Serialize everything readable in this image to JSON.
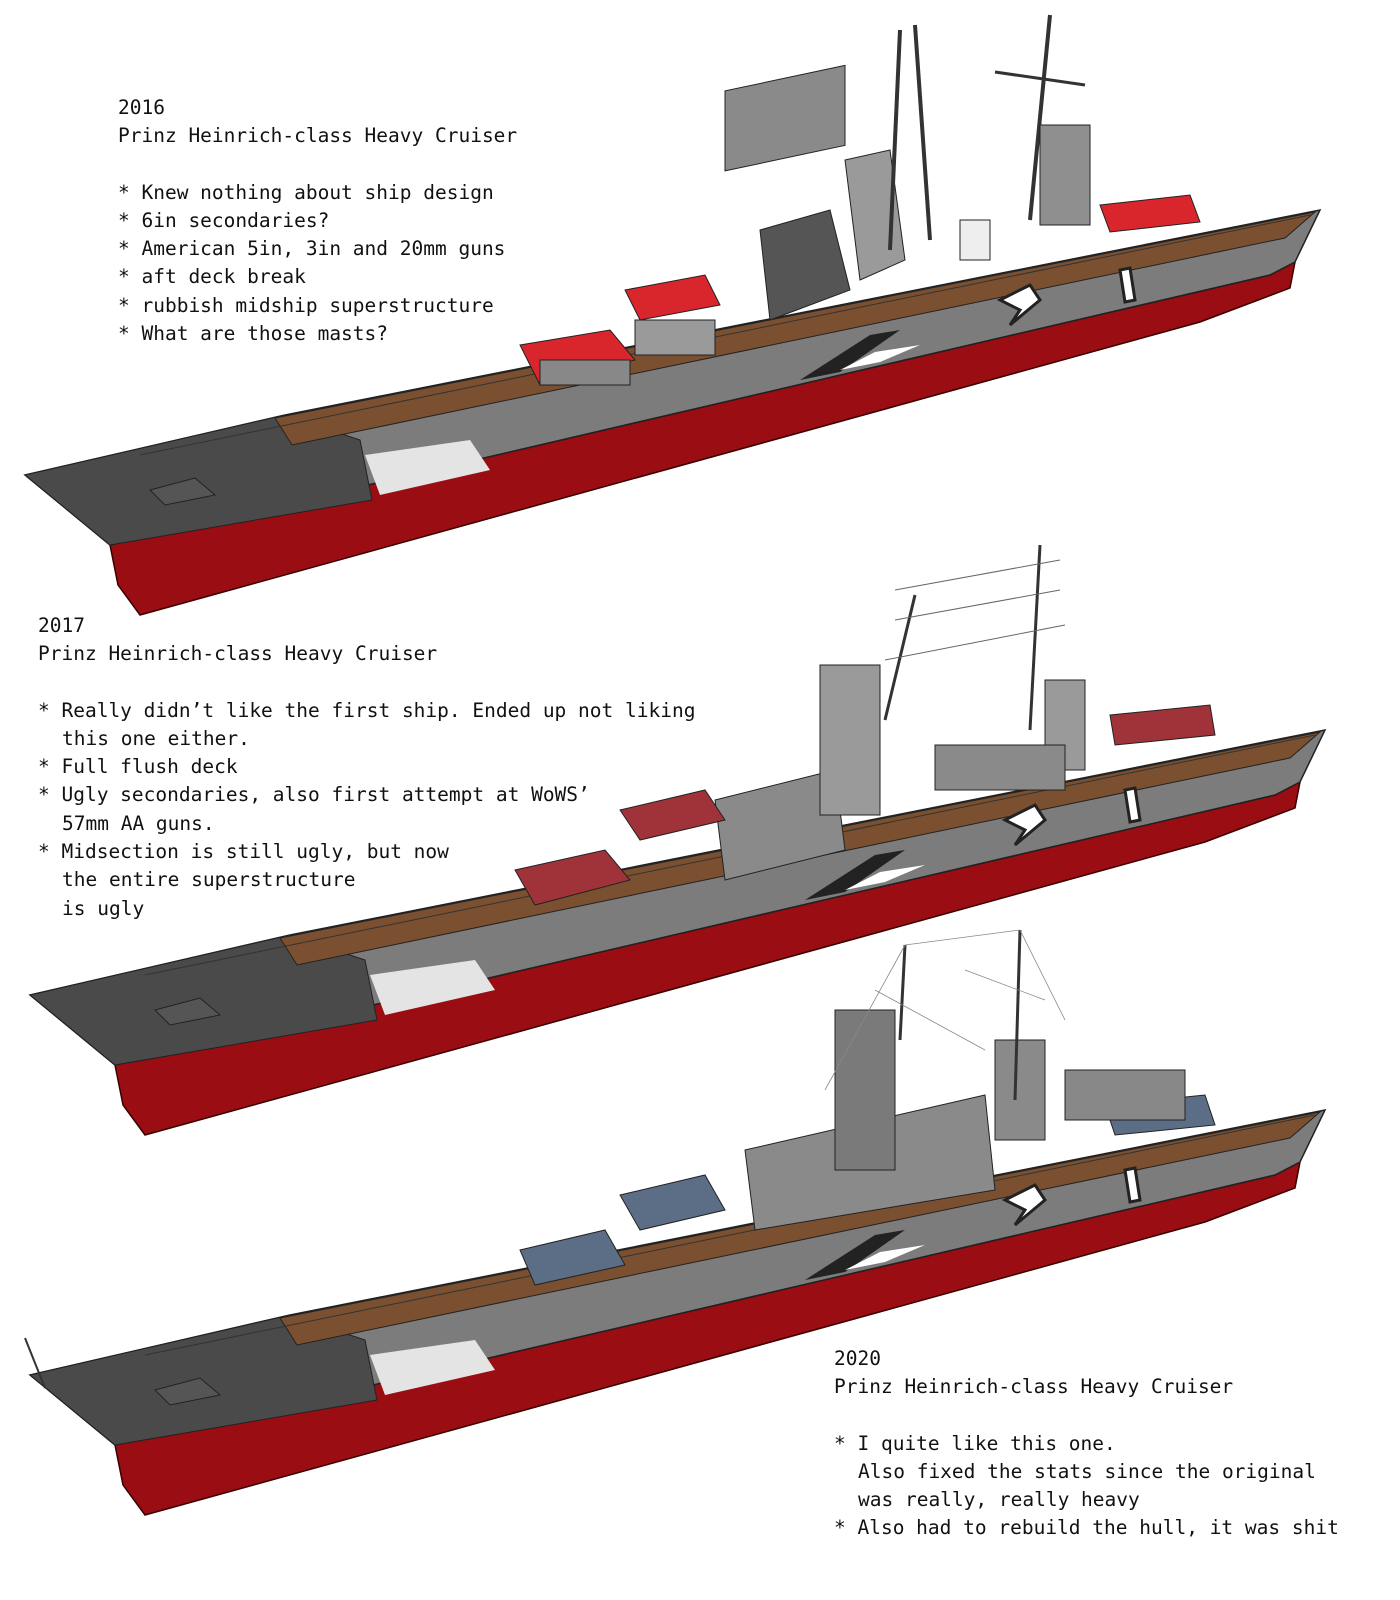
{
  "notes": [
    {
      "year": "2016",
      "title": "Prinz Heinrich-class Heavy Cruiser",
      "bullets": [
        [
          "* Knew nothing about ship design"
        ],
        [
          "* 6in secondaries?"
        ],
        [
          "* American 5in, 3in and 20mm guns"
        ],
        [
          "* aft deck break"
        ],
        [
          "* rubbish midship superstructure"
        ],
        [
          "* What are those masts?"
        ]
      ]
    },
    {
      "year": "2017",
      "title": "Prinz Heinrich-class Heavy Cruiser",
      "bullets": [
        [
          "* Really didn’t like the first ship. Ended up not liking",
          "this one either."
        ],
        [
          "* Full flush deck"
        ],
        [
          "* Ugly secondaries, also first attempt at WoWS’",
          "57mm AA guns."
        ],
        [
          "* Midsection is still ugly, but now",
          "the entire superstructure",
          "is ugly"
        ]
      ]
    },
    {
      "year": "2020",
      "title": "Prinz Heinrich-class Heavy Cruiser",
      "bullets": [
        [
          "* I quite like this one.",
          "Also fixed the stats since the original",
          "was really, really heavy"
        ],
        [
          "* Also had to rebuild the hull, it was shit"
        ]
      ]
    }
  ],
  "colors": {
    "hull_red": "#9a0d12",
    "hull_grey": "#7c7c7c",
    "bow_dark": "#4a4a4a",
    "deck": "#7a5030",
    "turret_red": "#d8262c",
    "turret_blue": "#5c6e86"
  }
}
